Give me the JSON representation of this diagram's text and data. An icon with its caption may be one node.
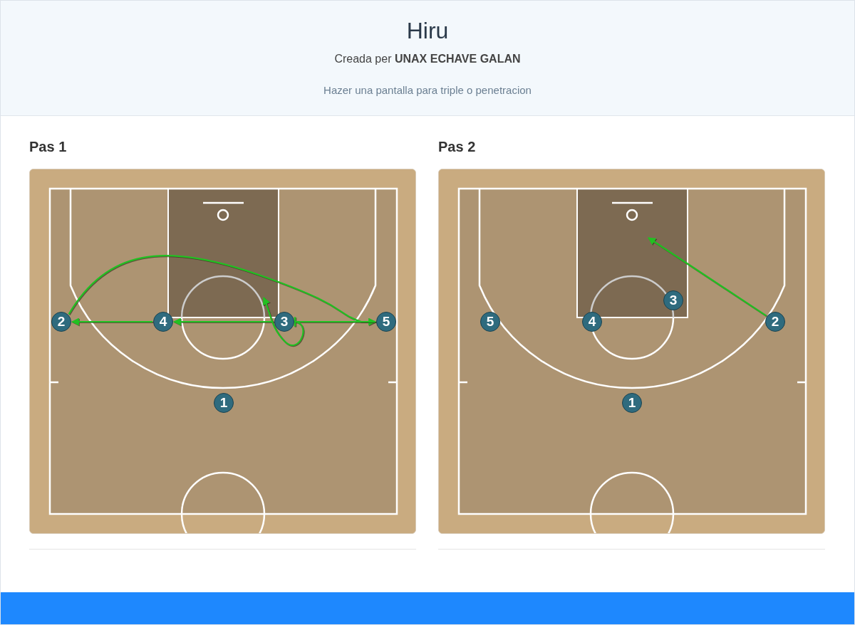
{
  "diagram": {
    "title": "Hiru",
    "nodes": [
      {
        "text": [
          "Pas 1"
        ]
      },
      {
        "text": [
          "2"
        ],
        "in": 0
      },
      {
        "text": [
          "4"
        ],
        "in": 0
      },
      {
        "text": [
          "3"
        ],
        "in": 0
      },
      {
        "text": [
          "5"
        ],
        "in": 0
      },
      {
        "text": [
          "1"
        ],
        "in": 0
      },
      {
        "text": [
          "Pas 2"
        ]
      },
      {
        "text": [
          "3"
        ],
        "in": 6
      },
      {
        "text": [
          "5"
        ],
        "in": 6
      },
      {
        "text": [
          "4"
        ],
        "in": 6
      },
      {
        "text": [
          "2"
        ],
        "in": 6
      },
      {
        "text": [
          "1"
        ],
        "in": 6
      }
    ],
    "edges": [
      {
        "from": 1,
        "to": 4,
        "arrow": "to"
      },
      {
        "from": 2,
        "to": 1,
        "arrow": "to"
      },
      {
        "from": 3,
        "to": 2,
        "arrow": "to"
      },
      {
        "from": 4,
        "to": 3,
        "arrow": "other"
      },
      {
        "from": 3,
        "to": null,
        "arrow": "to"
      },
      {
        "from": 10,
        "to": null,
        "arrow": "to"
      }
    ],
    "labels": [
      "Creada per **UNAX ECHAVE GALAN**",
      "Hazer una pantalla para triple o penetracion"
    ]
  }
}
